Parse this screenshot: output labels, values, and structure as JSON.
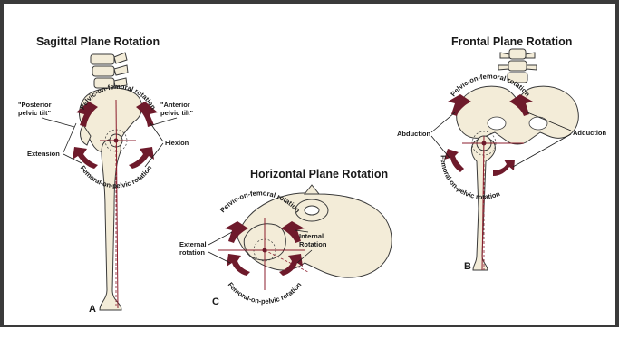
{
  "colors": {
    "arrow": "#6e1a2b",
    "bone_fill": "#f3ecd8",
    "bone_stroke": "#3a3a3a",
    "axis": "#8b1c2c"
  },
  "panels": {
    "a": {
      "title": "Sagittal Plane Rotation",
      "letter": "A",
      "top_arc_label": "Pelvic-on-femoral rotation",
      "bottom_arc_label": "Femoral-on-pelvic rotation",
      "posterior_label_line1": "\"Posterior",
      "posterior_label_line2": "pelvic tilt\"",
      "anterior_label_line1": "\"Anterior",
      "anterior_label_line2": "pelvic tilt\"",
      "extension_label": "Extension",
      "flexion_label": "Flexion"
    },
    "b": {
      "title": "Frontal Plane Rotation",
      "letter": "B",
      "top_arc_label": "Pelvic-on-femoral rotation",
      "bottom_arc_label": "Femoral-on-pelvic rotation",
      "abduction_label": "Abduction",
      "adduction_label": "Adduction"
    },
    "c": {
      "title": "Horizontal Plane Rotation",
      "letter": "C",
      "top_arc_label": "Pelvic-on-femoral rotation",
      "bottom_arc_label": "Femoral-on-pelvic rotation",
      "external_label_line1": "External",
      "external_label_line2": "rotation",
      "internal_label_line1": "Internal",
      "internal_label_line2": "Rotation"
    }
  }
}
